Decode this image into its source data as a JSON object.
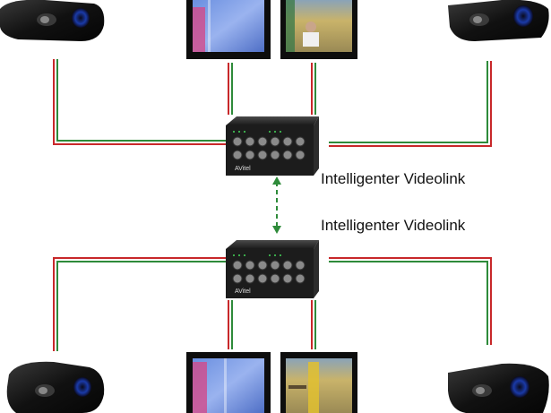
{
  "labels": {
    "link_top": "Intelligenter Videolink",
    "link_bottom": "Intelligenter Videolink",
    "brand": "AVitel"
  },
  "colors": {
    "cable_red": "#c8282a",
    "cable_green": "#2e8b3a",
    "dashed_link": "#2e8b3a",
    "device_body": "#1c1c1c",
    "monitor_bezel": "#0d0d0d"
  },
  "components": {
    "cameras": [
      "camera-top-left",
      "camera-top-right",
      "camera-bottom-left",
      "camera-bottom-right"
    ],
    "monitors": [
      "monitor-top-1",
      "monitor-top-2",
      "monitor-bottom-1",
      "monitor-bottom-2"
    ],
    "switches": [
      "video-switch-top",
      "video-switch-bottom"
    ]
  }
}
